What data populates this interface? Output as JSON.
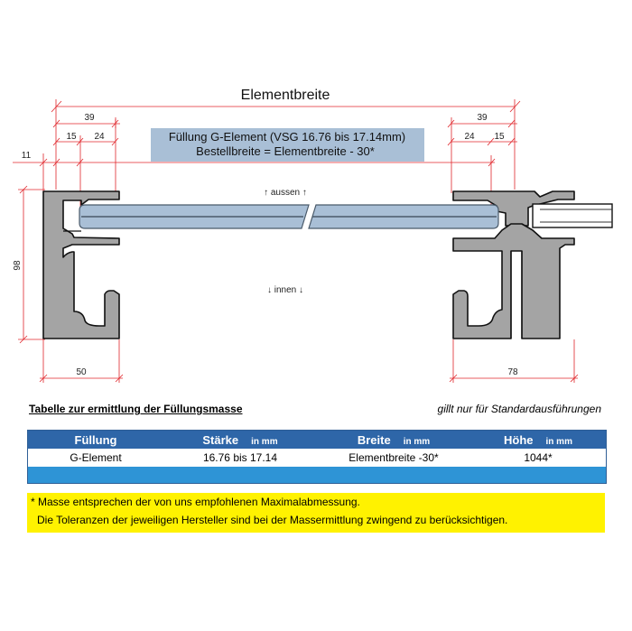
{
  "drawing": {
    "title": "Elementbreite",
    "infobox": {
      "line1": "Füllung G-Element   (VSG 16.76 bis 17.14mm)",
      "line2": "Bestellbreite  =  Elementbreite - 30*"
    },
    "dims": {
      "left_39": "39",
      "left_15": "15",
      "left_24": "24",
      "left_11": "11",
      "right_39": "39",
      "right_24": "24",
      "right_15": "15",
      "height_98": "98",
      "bottom_50": "50",
      "bottom_78": "78"
    },
    "labels": {
      "aussen": "↑  aussen  ↑",
      "innen": "↓  innen  ↓"
    },
    "colors": {
      "dimension": "#e0262b",
      "glass": "#a9bfd6",
      "profile": "#a4a4a4",
      "infobox": "#a9bfd6"
    }
  },
  "table": {
    "title": "Tabelle zur ermittlung der Füllungsmasse",
    "note": "gillt nur für Standardausführungen",
    "headers": [
      {
        "label": "Füllung",
        "unit": ""
      },
      {
        "label": "Stärke",
        "unit": "in mm"
      },
      {
        "label": "Breite",
        "unit": "in mm"
      },
      {
        "label": "Höhe",
        "unit": "in mm"
      }
    ],
    "rows": [
      [
        "G-Element",
        "16.76 bis 17.14",
        "Elementbreite -30*",
        "1044*"
      ]
    ],
    "colors": {
      "header": "#2e66a8",
      "footer": "#2e94d6"
    }
  },
  "footnote": {
    "line1": "* Masse entsprechen der von uns empfohlenen Maximalabmessung.",
    "line2": "Die Toleranzen der jeweiligen Hersteller sind bei der Massermittlung zwingend zu berücksichtigen.",
    "color": "#fff200"
  }
}
